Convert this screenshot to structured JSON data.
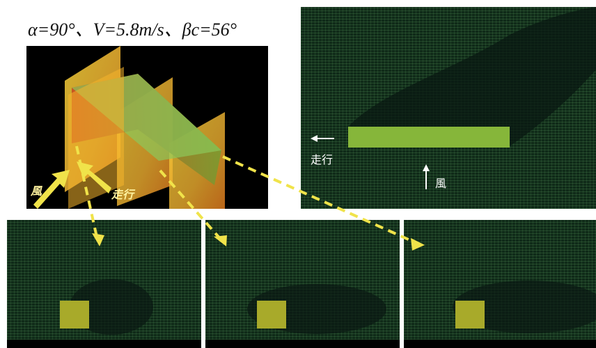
{
  "title": "α=90°、V=5.8m/s、βc=56°",
  "labels": {
    "wind_left": "風",
    "travel_left": "走行",
    "travel_right": "走行",
    "wind_right": "風"
  },
  "colors": {
    "flow_bg": "#0f2a18",
    "block": "#9aa12a",
    "arrow_yellow": "#f0e34a"
  }
}
